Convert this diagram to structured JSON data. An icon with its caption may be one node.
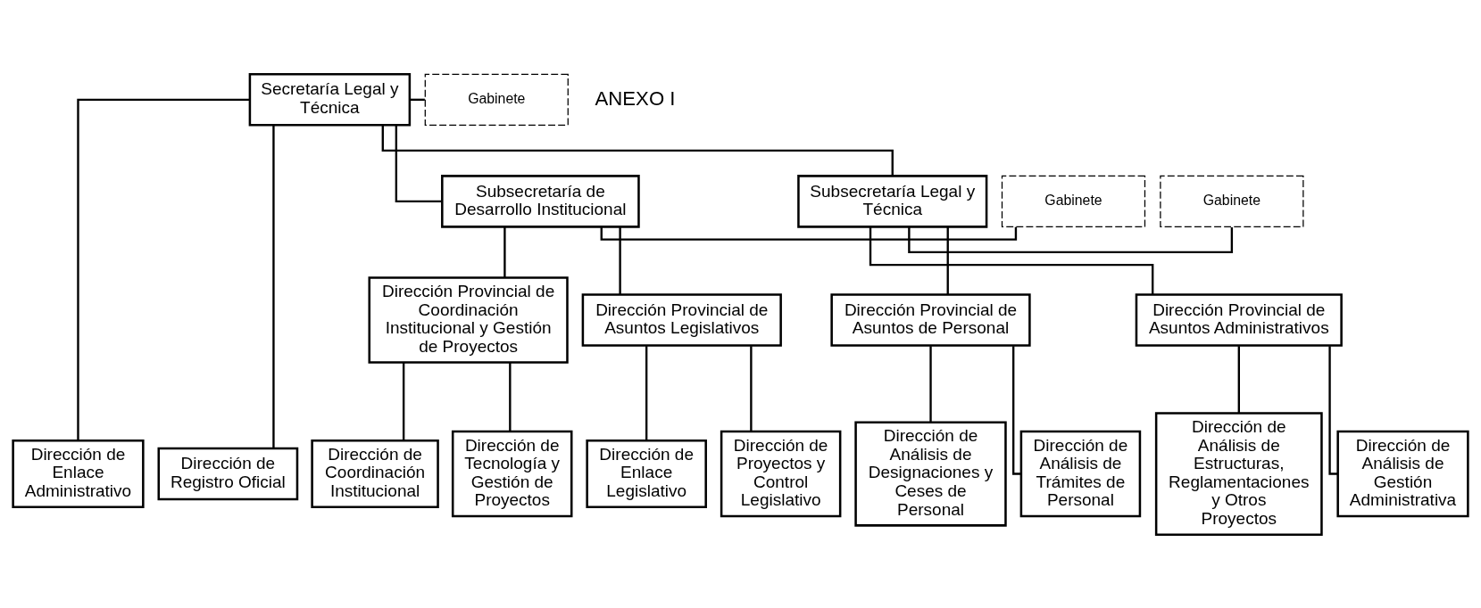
{
  "diagram": {
    "nodes": [
      {
        "text": [
          "Secretaría Legal y Técnica"
        ]
      },
      {
        "text": [
          "Gabinete"
        ]
      },
      {
        "text": [
          "Subsecretaría de Desarrollo Institucional"
        ]
      },
      {
        "text": [
          "Gabinete"
        ]
      },
      {
        "text": [
          "Subsecretaría Legal y Técnica"
        ]
      },
      {
        "text": [
          "Gabinete"
        ]
      },
      {
        "text": [
          "Dirección Provincial de Coordinación Institucional y Gestión de Proyectos"
        ]
      },
      {
        "text": [
          "Dirección Provincial de Asuntos Legislativos"
        ]
      },
      {
        "text": [
          "Dirección Provincial de Asuntos de Personal"
        ]
      },
      {
        "text": [
          "Dirección Provincial de Asuntos Administrativos"
        ]
      },
      {
        "text": [
          "Dirección de Enlace Administrativo"
        ]
      },
      {
        "text": [
          "Dirección de Coordinación Institucional"
        ]
      },
      {
        "text": [
          "Dirección de Tecnología y Gestión de Proyectos"
        ]
      },
      {
        "text": [
          "Dirección de Enlace Legislativo"
        ]
      },
      {
        "text": [
          "Dirección de Proyectos y Control Legislativo"
        ]
      },
      {
        "text": [
          "Dirección de Análisis de Designaciones y Ceses de Personal"
        ]
      },
      {
        "text": [
          "Dirección de Análisis de Trámites de Personal"
        ]
      },
      {
        "text": [
          "Dirección de Análisis de Estructuras, Reglamentaciones y Otros Proyectos"
        ]
      },
      {
        "text": [
          "Dirección de Análisis de Gestión Administrativa"
        ]
      },
      {
        "text": [
          "Dirección de Registro Oficial"
        ]
      }
    ],
    "edges": [
      {
        "from": 0,
        "to": 1,
        "arrow": "none"
      },
      {
        "from": 0,
        "to": 10,
        "arrow": "none"
      },
      {
        "from": 0,
        "to": 2,
        "arrow": "none"
      },
      {
        "from": 0,
        "to": 4,
        "arrow": "none"
      },
      {
        "from": 0,
        "to": 19,
        "arrow": "none"
      },
      {
        "from": 3,
        "to": 2,
        "arrow": "none"
      },
      {
        "from": 4,
        "to": 5,
        "arrow": "none"
      },
      {
        "from": 2,
        "to": 6,
        "arrow": "none"
      },
      {
        "from": 2,
        "to": 7,
        "arrow": "none"
      },
      {
        "from": 4,
        "to": 8,
        "arrow": "none"
      },
      {
        "from": 4,
        "to": 9,
        "arrow": "none"
      },
      {
        "from": 6,
        "to": 11,
        "arrow": "none"
      },
      {
        "from": 6,
        "to": 12,
        "arrow": "none"
      },
      {
        "from": 7,
        "to": 13,
        "arrow": "none"
      },
      {
        "from": 7,
        "to": 14,
        "arrow": "none"
      },
      {
        "from": 8,
        "to": 15,
        "arrow": "none"
      },
      {
        "from": 8,
        "to": 16,
        "arrow": "none"
      },
      {
        "from": 9,
        "to": 17,
        "arrow": "none"
      },
      {
        "from": 9,
        "to": 18,
        "arrow": "none"
      }
    ],
    "labels": [
      "ANEXO I"
    ]
  }
}
